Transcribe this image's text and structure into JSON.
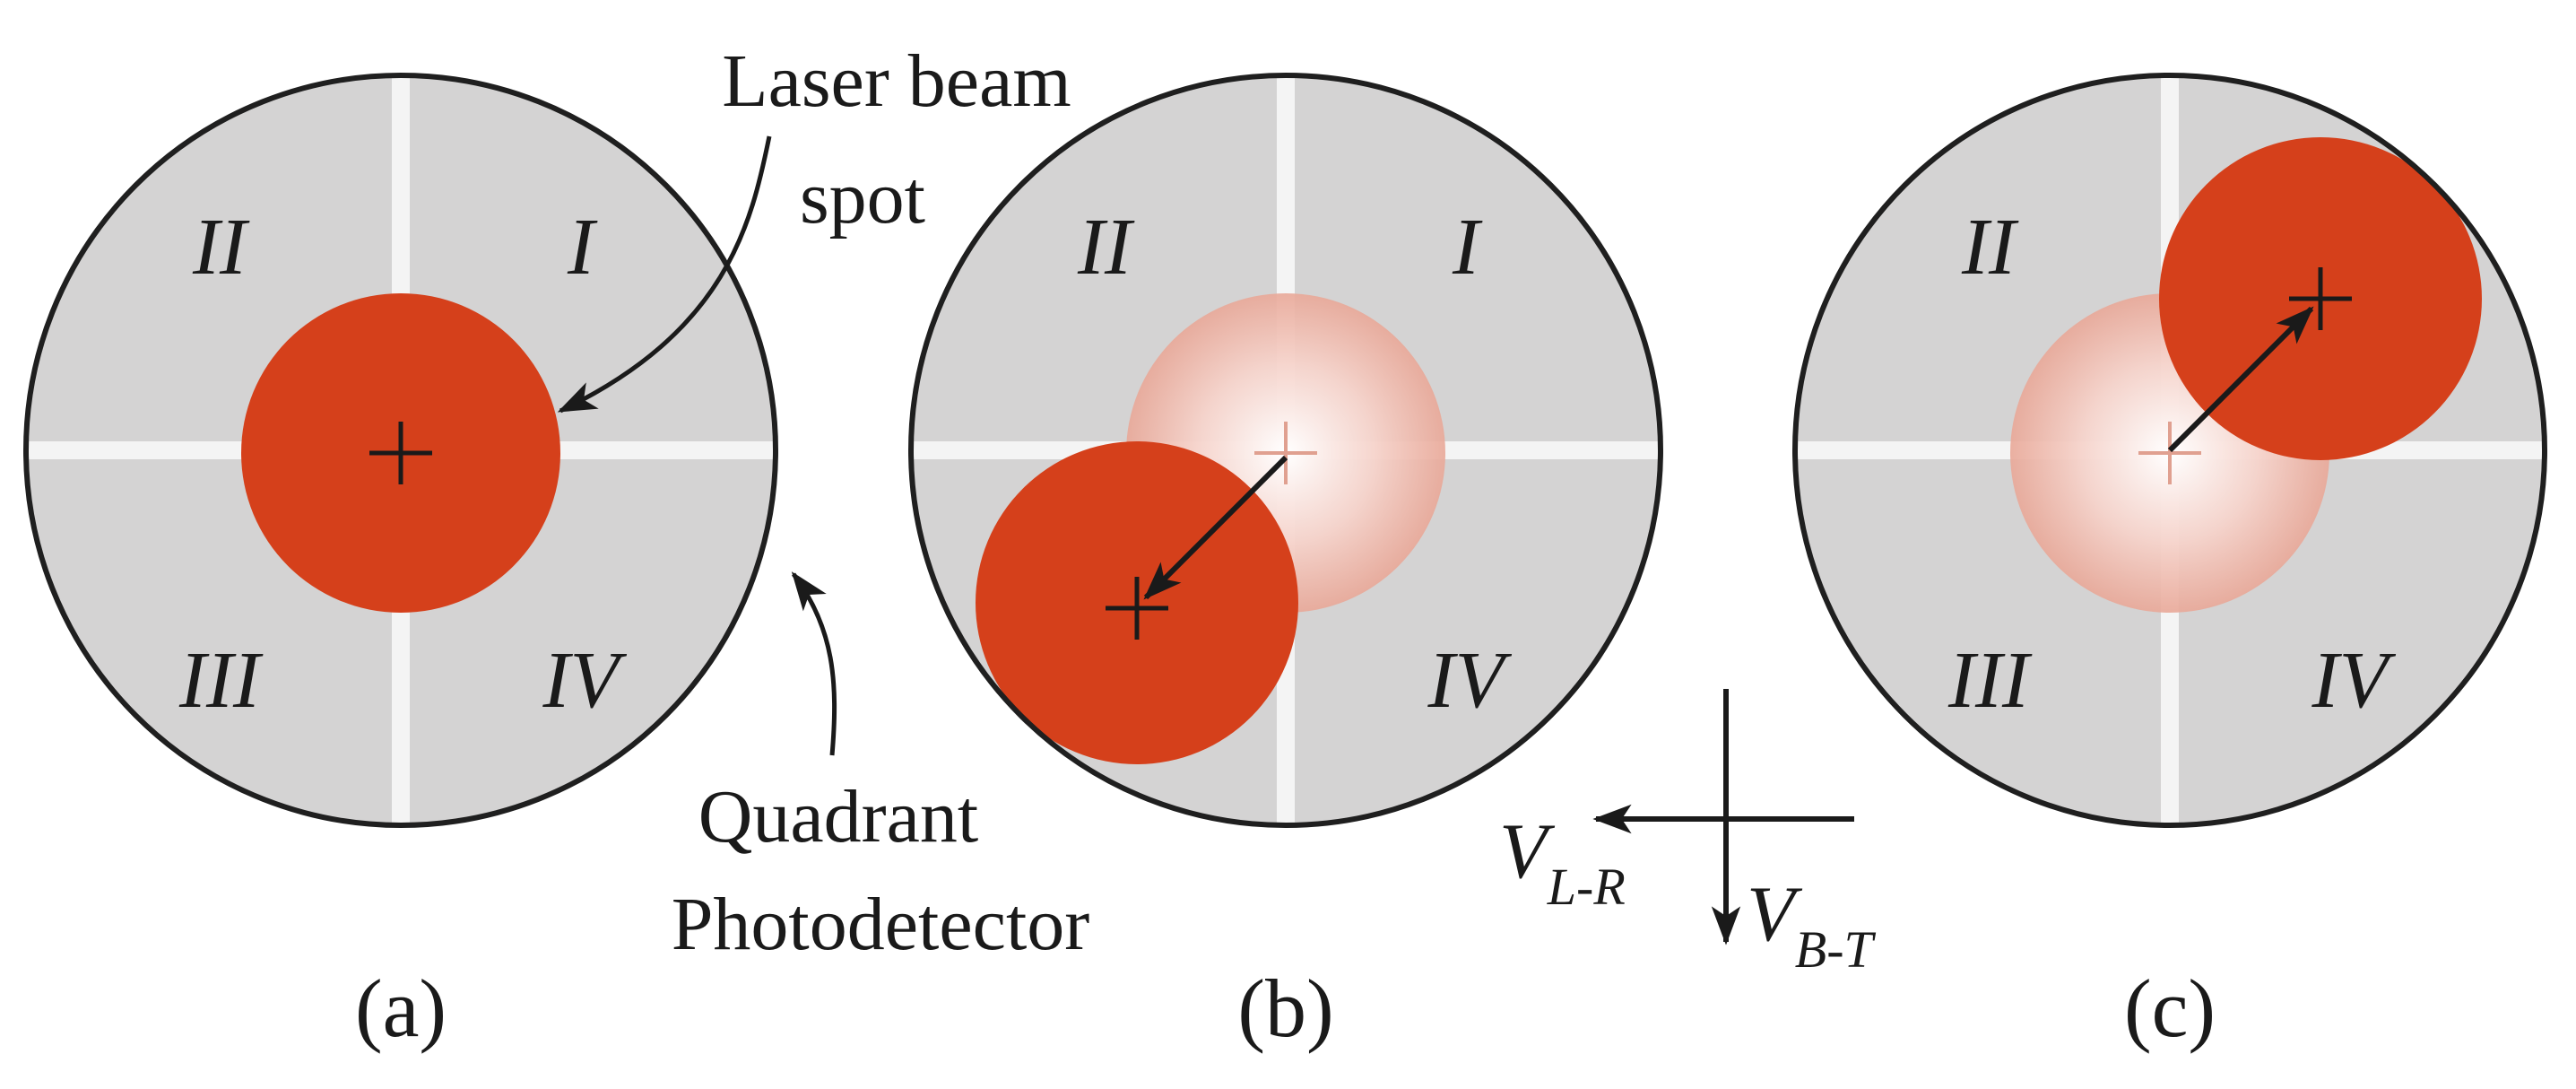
{
  "colors": {
    "detector_fill": "#d4d3d3",
    "detector_border": "#1f1f1f",
    "gap": "#f4f4f4",
    "spot": "#d5401b",
    "text": "#1a1a1a"
  },
  "icons": [
    "crosshair-icon",
    "arrow-icon"
  ],
  "quadrant_labels": {
    "q1": "I",
    "q2": "II",
    "q3": "III",
    "q4": "IV"
  },
  "panels": [
    {
      "id": "a",
      "label": "(a)",
      "spot": "center",
      "shows_previous_position": false
    },
    {
      "id": "b",
      "label": "(b)",
      "spot": "bottom-left",
      "shows_previous_position": true
    },
    {
      "id": "c",
      "label": "(c)",
      "spot": "top-right",
      "shows_previous_position": true
    }
  ],
  "annotations": {
    "laser_line1": "Laser beam",
    "laser_line2": "spot",
    "detector_line1": "Quadrant",
    "detector_line2": "Photodetector"
  },
  "axes": {
    "lr_main": "V",
    "lr_sub": "L-R",
    "bt_main": "V",
    "bt_sub": "B-T"
  }
}
